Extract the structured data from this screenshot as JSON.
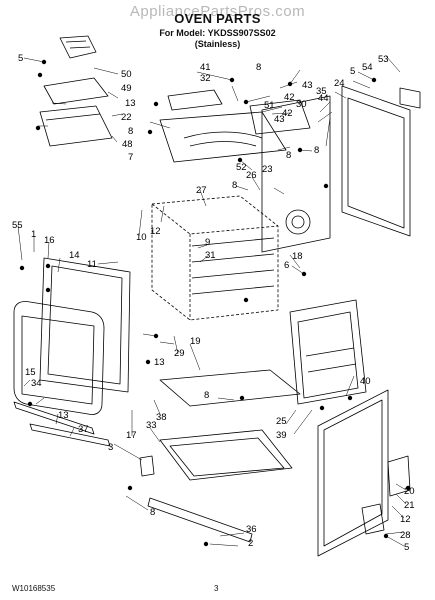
{
  "watermark": "AppliancePartsPros.com",
  "header": {
    "title": "OVEN PARTS",
    "model_line": "For Model: YKDSS907SS02",
    "variant": "(Stainless)"
  },
  "footer": {
    "doc_number": "W10168535",
    "page_number": "3"
  },
  "callouts": [
    "5",
    "50",
    "49",
    "13",
    "22",
    "8",
    "48",
    "7",
    "41",
    "32",
    "8",
    "42",
    "43",
    "51",
    "42",
    "30",
    "44",
    "43",
    "8",
    "52",
    "53",
    "5",
    "54",
    "24",
    "35",
    "27",
    "8",
    "26",
    "23",
    "8",
    "55",
    "1",
    "16",
    "14",
    "11",
    "10",
    "12",
    "9",
    "31",
    "18",
    "6",
    "13",
    "29",
    "15",
    "34",
    "13",
    "37",
    "19",
    "8",
    "17",
    "38",
    "25",
    "39",
    "40",
    "3",
    "33",
    "8",
    "36",
    "2",
    "20",
    "21",
    "12",
    "28",
    "5"
  ]
}
